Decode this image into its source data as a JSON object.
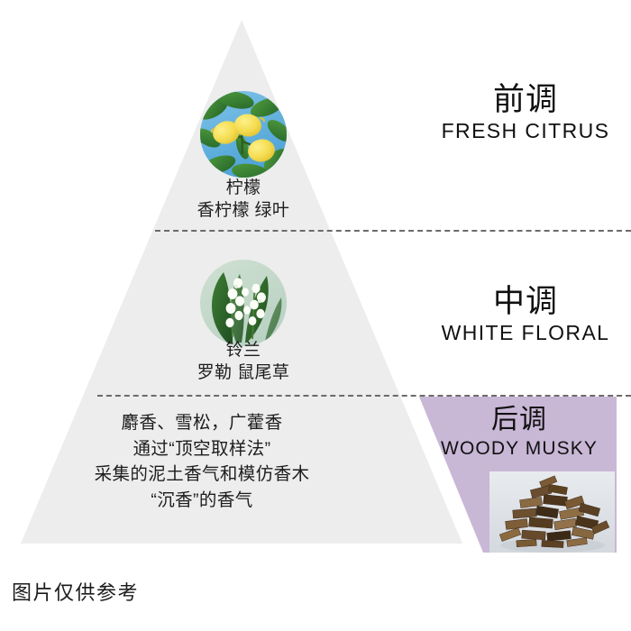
{
  "figure": {
    "kind": "fragrance-note-pyramid",
    "caption": "图片仅供参考"
  },
  "colors": {
    "pyramid_fill": "#ededed",
    "base_panel_purple": "#c9b7d6",
    "divider": "#6b6b6b",
    "text": "#1d1d1d"
  },
  "notes": {
    "top": {
      "label_cn": "前调",
      "label_en": "FRESH CITRUS",
      "ingredient_primary": "柠檬",
      "ingredient_secondary": "香柠檬 绿叶",
      "image_name": "lemons-on-tree-photo"
    },
    "middle": {
      "label_cn": "中调",
      "label_en": "WHITE FLORAL",
      "ingredient_primary": "铃兰",
      "ingredient_secondary": "罗勒 鼠尾草",
      "image_name": "lily-of-the-valley-photo"
    },
    "base": {
      "label_cn": "后调",
      "label_en": "WOODY MUSKY",
      "description_line1": "麝香、雪松，广藿香",
      "description_line2": "通过“顶空取样法”",
      "description_line3": "采集的泥土香气和模仿香木",
      "description_line4": "“沉香”的香气",
      "image_name": "wood-chips-photo"
    }
  }
}
